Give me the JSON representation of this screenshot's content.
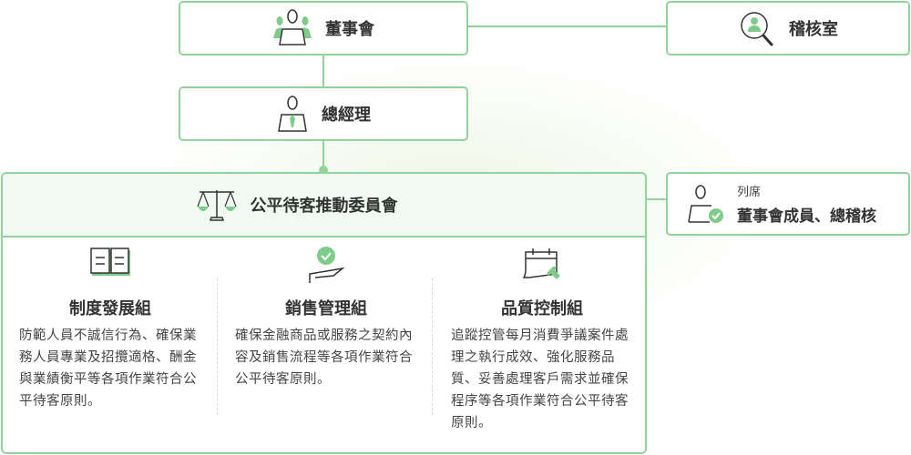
{
  "board": {
    "label": "董事會"
  },
  "audit": {
    "label": "稽核室"
  },
  "gm": {
    "label": "總經理"
  },
  "committee": {
    "label": "公平待客推動委員會"
  },
  "attendees": {
    "caption": "列席",
    "label": "董事會成員、總稽核"
  },
  "groups": [
    {
      "title": "制度發展組",
      "desc": "防範人員不誠信行為、確保業務人員專業及招攬適格、酬金與業績衡平等各項作業符合公平待客原則。"
    },
    {
      "title": "銷售管理組",
      "desc": "確保金融商品或服務之契約內容及銷售流程等各項作業符合公平待客原則。"
    },
    {
      "title": "品質控制組",
      "desc": "追蹤控管每月消費爭議案件處理之執行成效、強化服務品質、妥善處理客戶需求並確保程序等各項作業符合公平待客原則。"
    }
  ],
  "colors": {
    "accent": "#92d39a",
    "icon": "#7ecb8a"
  }
}
